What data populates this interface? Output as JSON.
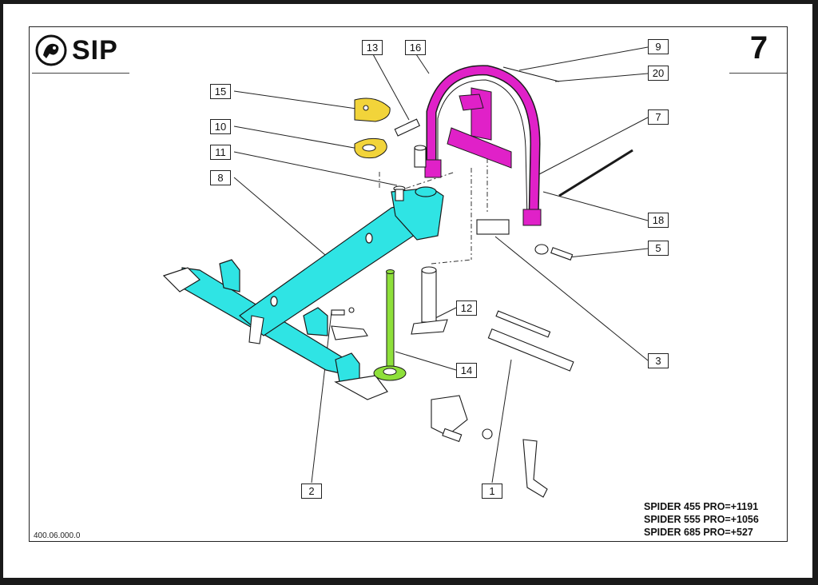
{
  "logo": {
    "text": "SIP"
  },
  "page_number": "7",
  "drawing_id": "400.06.000.0",
  "model_notes": [
    "SPIDER 455 PRO=+1191",
    "SPIDER 555 PRO=+1056",
    "SPIDER 685 PRO=+527"
  ],
  "callouts": {
    "c1": "1",
    "c2": "2",
    "c3": "3",
    "c5": "5",
    "c7": "7",
    "c8": "8",
    "c9": "9",
    "c10": "10",
    "c11": "11",
    "c12": "12",
    "c13": "13",
    "c14": "14",
    "c15": "15",
    "c16": "16",
    "c18": "18",
    "c20": "20"
  },
  "colors": {
    "frame_highlight": "#2fe4e4",
    "hoop_highlight": "#e021c8",
    "shaft_highlight": "#8ee03a",
    "cover_highlight": "#f2d43a",
    "outline": "#1a1a1a"
  }
}
